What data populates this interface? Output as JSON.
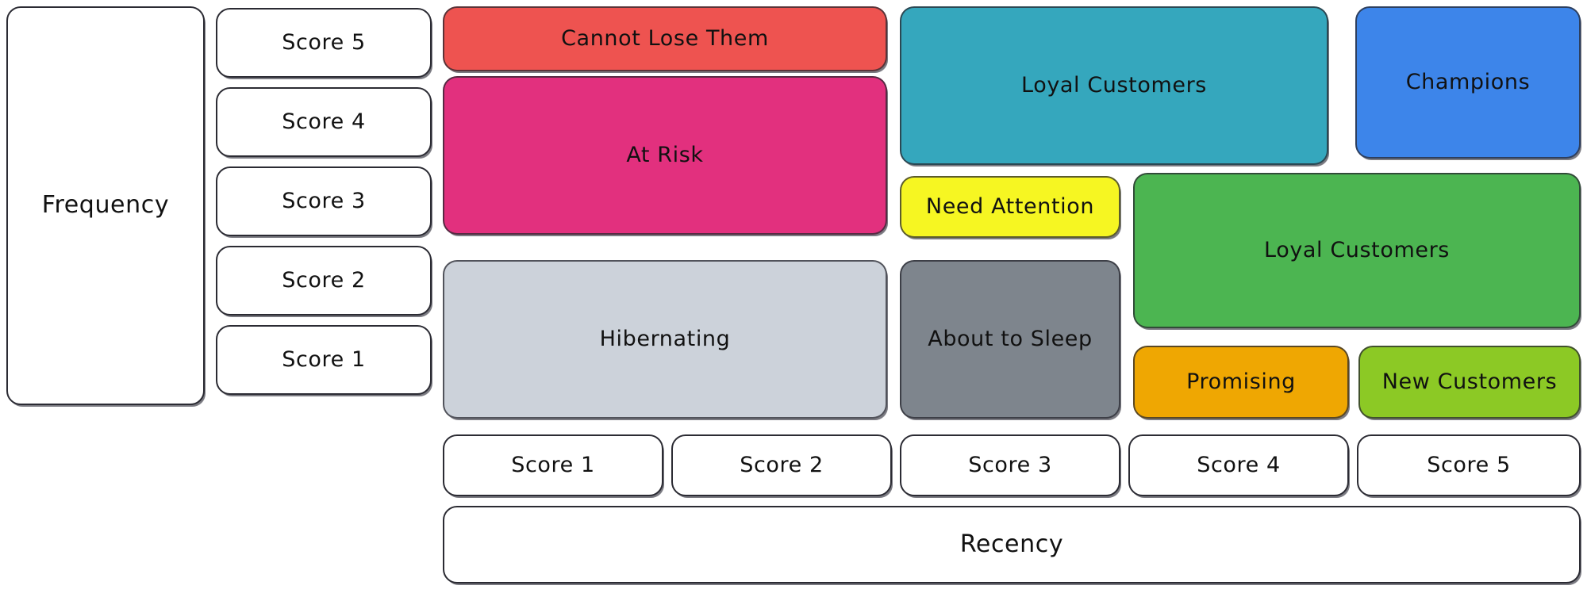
{
  "diagram": {
    "type": "rfm-segmentation-matrix",
    "y_axis": {
      "title": "Frequency"
    },
    "x_axis": {
      "title": "Recency"
    },
    "frequency_scores": [
      {
        "label": "Score 5"
      },
      {
        "label": "Score 4"
      },
      {
        "label": "Score 3"
      },
      {
        "label": "Score 2"
      },
      {
        "label": "Score 1"
      }
    ],
    "recency_scores": [
      {
        "label": "Score 1"
      },
      {
        "label": "Score 2"
      },
      {
        "label": "Score 3"
      },
      {
        "label": "Score 4"
      },
      {
        "label": "Score 5"
      }
    ],
    "segments": [
      {
        "id": "cannot-lose-them",
        "label": "Cannot Lose Them",
        "color": "#ee5350",
        "recency": [
          1,
          2
        ],
        "frequency": [
          5,
          5
        ]
      },
      {
        "id": "at-risk",
        "label": "At Risk",
        "color": "#e2307e",
        "recency": [
          1,
          2
        ],
        "frequency": [
          3,
          4
        ]
      },
      {
        "id": "hibernating",
        "label": "Hibernating",
        "color": "#ccd2da",
        "recency": [
          1,
          2
        ],
        "frequency": [
          1,
          2
        ]
      },
      {
        "id": "loyal-customers-teal",
        "label": "Loyal Customers",
        "color": "#35a7bd",
        "recency": [
          3,
          4
        ],
        "frequency": [
          4,
          5
        ]
      },
      {
        "id": "need-attention",
        "label": "Need Attention",
        "color": "#f6f622",
        "recency": [
          3,
          3
        ],
        "frequency": [
          3,
          3
        ]
      },
      {
        "id": "about-to-sleep",
        "label": "About to Sleep",
        "color": "#7e858d",
        "recency": [
          3,
          3
        ],
        "frequency": [
          1,
          2
        ]
      },
      {
        "id": "champions",
        "label": "Champions",
        "color": "#3d85ea",
        "recency": [
          5,
          5
        ],
        "frequency": [
          5,
          5
        ]
      },
      {
        "id": "loyal-customers-green",
        "label": "Loyal Customers",
        "color": "#4cb551",
        "recency": [
          4,
          5
        ],
        "frequency": [
          2,
          3
        ]
      },
      {
        "id": "promising",
        "label": "Promising",
        "color": "#efa702",
        "recency": [
          4,
          4
        ],
        "frequency": [
          1,
          1
        ]
      },
      {
        "id": "new-customers",
        "label": "New Customers",
        "color": "#8cc925",
        "recency": [
          5,
          5
        ],
        "frequency": [
          1,
          1
        ]
      }
    ],
    "palette": {
      "background": "#ffffff",
      "outline": "#2b2b33",
      "text": "#111111"
    }
  }
}
